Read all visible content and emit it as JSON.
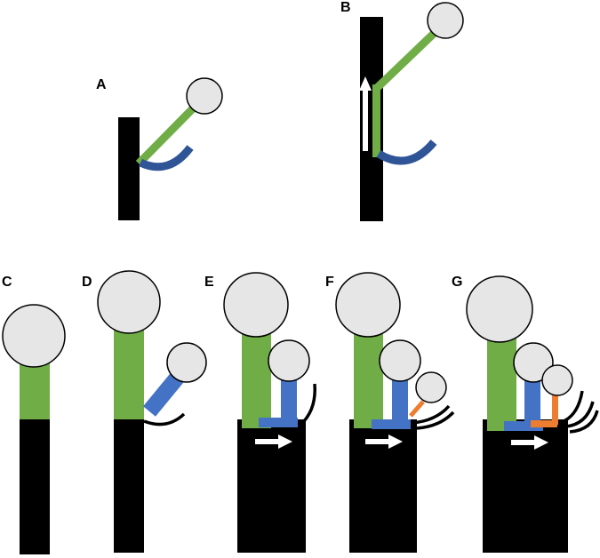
{
  "colors": {
    "stem": "#000000",
    "green": "#70AD47",
    "dark_blue": "#2F5597",
    "blue": "#4472C4",
    "orange": "#ED7D31",
    "head": "#E7E6E6",
    "outline": "#000000",
    "arrow": "#FFFFFF"
  },
  "panels": [
    {
      "id": "A",
      "label": "A"
    },
    {
      "id": "B",
      "label": "B"
    },
    {
      "id": "C",
      "label": "C"
    },
    {
      "id": "D",
      "label": "D"
    },
    {
      "id": "E",
      "label": "E"
    },
    {
      "id": "F",
      "label": "F"
    },
    {
      "id": "G",
      "label": "G"
    }
  ]
}
